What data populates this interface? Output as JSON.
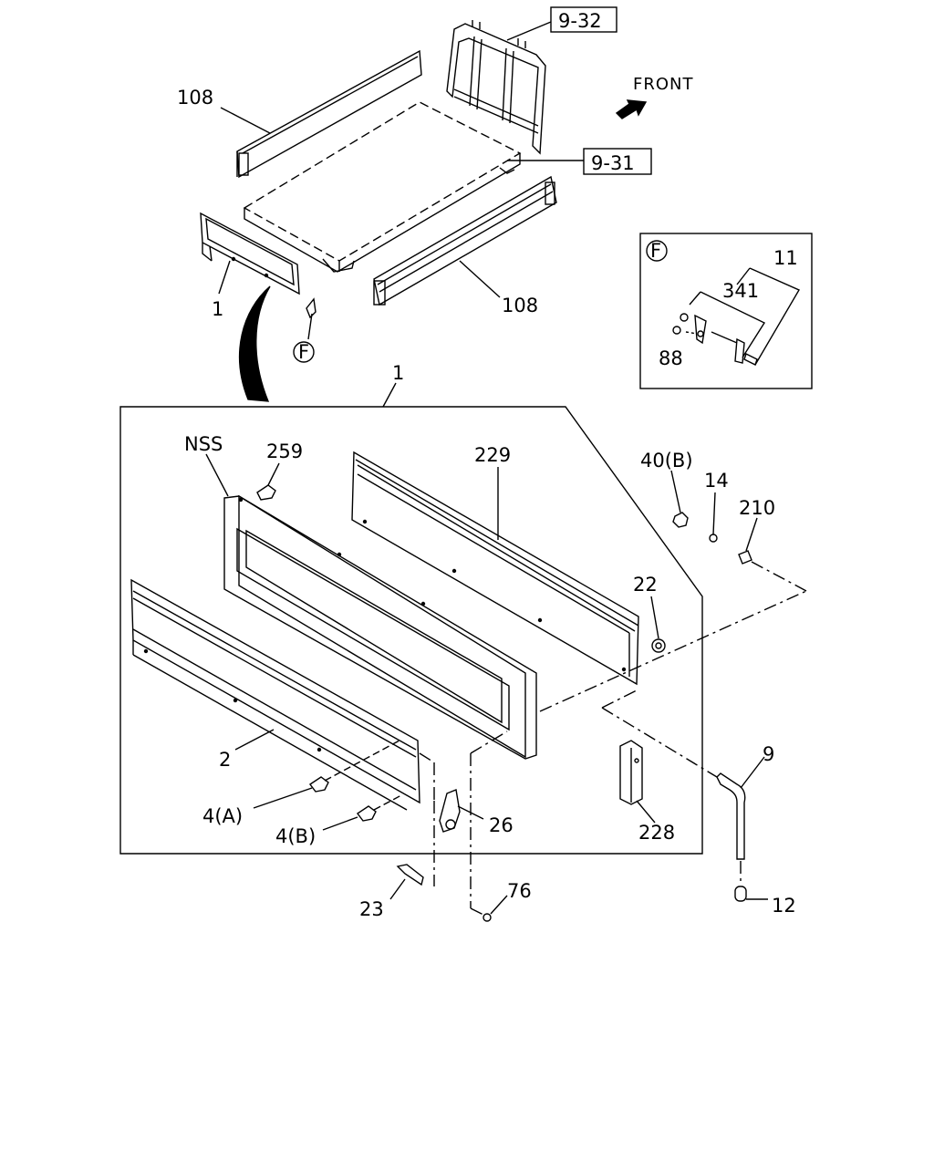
{
  "diagram": {
    "front_label": "FRONT",
    "ref_boxes": {
      "top": "9-32",
      "mid": "9-31"
    },
    "detail_view": {
      "circle_letter": "F",
      "labels": [
        "11",
        "341",
        "88"
      ]
    },
    "callout_f": "F",
    "labels": {
      "p108_top": "108",
      "p108_bottom": "108",
      "p1_upper": "1",
      "p1_group": "1",
      "nss": "NSS",
      "p259": "259",
      "p229": "229",
      "p40b": "40(B)",
      "p14": "14",
      "p210": "210",
      "p22": "22",
      "p9": "9",
      "p2": "2",
      "p4a": "4(A)",
      "p4b": "4(B)",
      "p26": "26",
      "p228": "228",
      "p23": "23",
      "p76": "76",
      "p12": "12"
    }
  }
}
